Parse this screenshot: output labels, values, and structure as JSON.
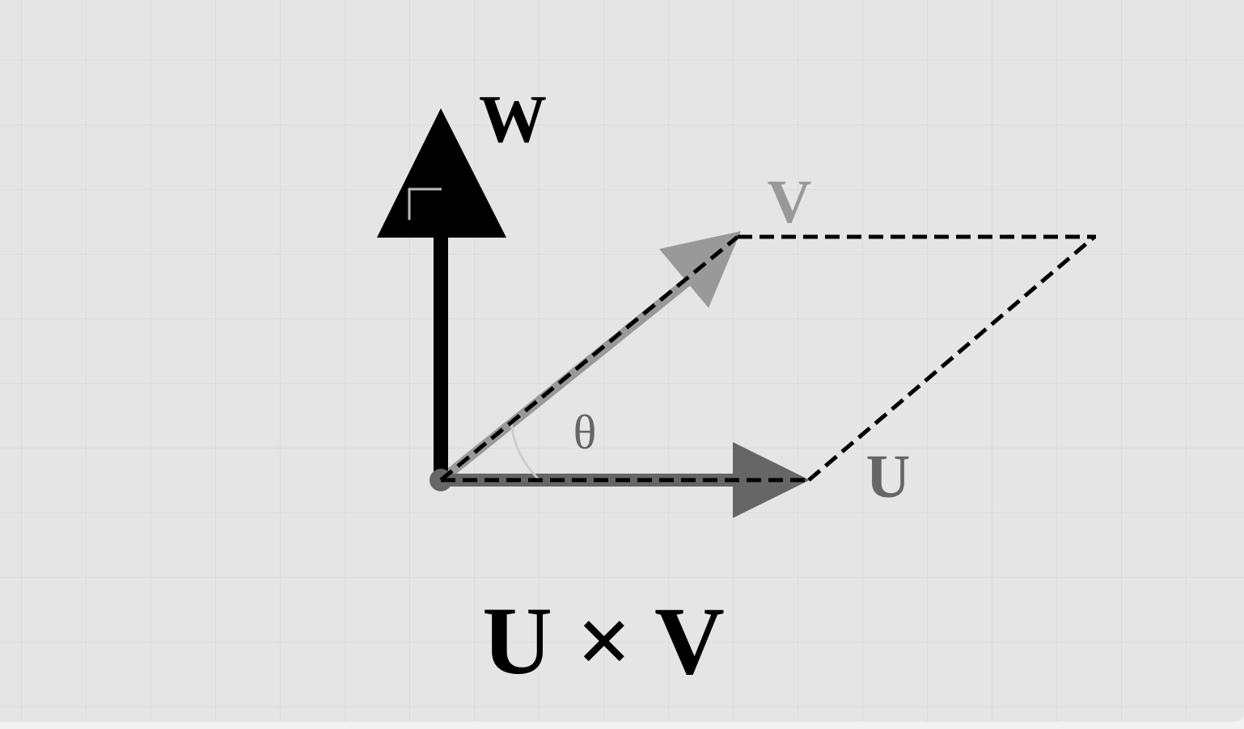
{
  "labels": {
    "w": "W",
    "v": "V",
    "u": "U",
    "theta": "θ",
    "formula": "U × V"
  },
  "colors": {
    "background": "#e5e5e5",
    "grid": "#dcdcdc",
    "w_vector": "#000000",
    "v_vector": "#999999",
    "u_vector": "#666666",
    "dashed_outline": "#000000",
    "angle_arc": "#cccccc",
    "right_angle_marker": "#bbbbbb"
  }
}
